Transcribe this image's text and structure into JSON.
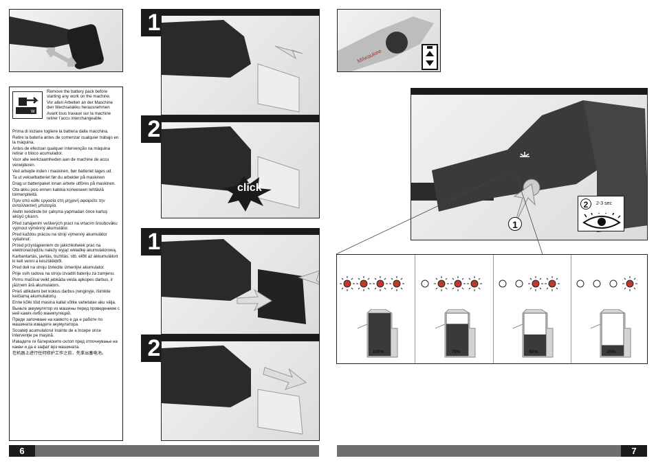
{
  "left_page": {
    "page_number": "6",
    "warnings": [
      "Remove the battery pack before starting any work on the machine.",
      "Vor allen Arbeiten an der Maschine den Wechselakku herausnehmen",
      "Avant tous travaux sur la machine retirer l’accu interchangeable.",
      "Prima di iniziare togliere la batteria dalla macchina.",
      "Retire la batería antes de comenzar cualquier trabajo en la máquina.",
      "Antes de efectuar qualquer intervenção na máquina retirar o bloco acumulador.",
      "Voor alle werkzaamheden aan de machine de accu verwijderen.",
      "Ved arbejde inden i maskinen, bør batteriet tages ud.",
      "Ta ut vekselbatteriet før du arbeider på maskinen",
      "Drag ur batteripaket innan arbete utföres på maskinen.",
      "Ota akku pois ennen kaikkia koneeseen tehtäviä toimenpiteitä.",
      "Πριν από κάθε εργασία στη μηχανή αφαιρείτε την ανταλλακτική μπαταρία.",
      "Aletin kendinde bir çalışma yapmadan önce kartuş aküyü çıkarın.",
      "Před zahájením veškerých prací na vrtacím šroubováku vyjmout výměnný akumulátor.",
      "Pred každou prácou na stroji výmenný akumulátor vytiahnuť.",
      "Przed przystąpieniem do jakichkolwiek prac na elektronarzędziu należy wyjąć wkładkę akumulatorową.",
      "Karbantartás, javítás, tisztítás, stb. előtt az akkumulátort ki kell venni a készülékből.",
      "Pred deli na stroju izvlecite izmenljivi akumulator.",
      "Prije svih radova na stroju izvaditi bateriju za zamjenu.",
      "Pirms mašīnai veikt jebkāda veida apkopes darbus, ir jāizņem ārā akumulators.",
      "Prieš atlikdami bet kokius darbus įrenginyje, išimkite keičiamą akumuliatorių.",
      "Enne kõiki töid masina kallal võtke vahetatav aku välja.",
      "Выньте аккумулятор из машины перед проведением с ней каких-либо манипуляций.",
      "Преди започване на каквото е да е работи по машината извадете акумулатора.",
      "Scoateţi acumulatorul înainte de a începe orice intervenţie pe maşină.",
      "Извадете ги батериските склоп пред отпочнување на какви и да е зафат врз машината.",
      "在机器上进行任何修护工作之前，先拿出蓄电池。"
    ],
    "steps": [
      "1",
      "2",
      "1",
      "2"
    ],
    "click_label": "click"
  },
  "right_page": {
    "page_number": "7",
    "brand": "Milwaukee",
    "callout_1": "1",
    "callout_2": "2",
    "duration": "2-3 sec",
    "charge_levels": [
      {
        "percent": "100%",
        "leds_lit": 4,
        "fill": 1.0
      },
      {
        "percent": "75%",
        "leds_lit": 3,
        "fill": 0.75
      },
      {
        "percent": "50%",
        "leds_lit": 2,
        "fill": 0.5
      },
      {
        "percent": "25%",
        "leds_lit": 1,
        "fill": 0.25
      }
    ]
  },
  "colors": {
    "bar_dark": "#1b1b1b",
    "bar_grey": "#6e6e6e",
    "led_red": "#c0392b",
    "fuel_fill": "#3a3a3a"
  }
}
